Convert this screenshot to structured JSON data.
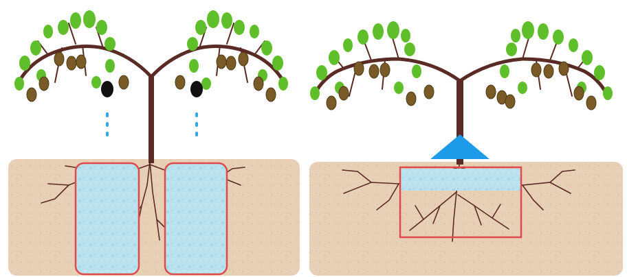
{
  "panels": [
    {
      "id": "left",
      "irrigation": "drip-emitters",
      "wetted_zones": 2,
      "emitters": 2
    },
    {
      "id": "right",
      "irrigation": "micro-sprinkler",
      "wetted_zones": 1,
      "emitters": 1
    }
  ],
  "colors": {
    "soil": "#e8d0b6",
    "wetted_zone_fill": "#b9e2ee",
    "wetted_zone_border": "#e04a4a",
    "trunk": "#5a2a24",
    "leaf": "#5fbf2a",
    "fruit": "#7a5a26",
    "drip_water": "#35a6e6",
    "sprinkler": "#1e9be8",
    "emitter": "#111111"
  },
  "icons": [
    "kiwi-vine-icon",
    "drip-emitter-icon",
    "water-drop-icon",
    "sprinkler-cone-icon"
  ]
}
